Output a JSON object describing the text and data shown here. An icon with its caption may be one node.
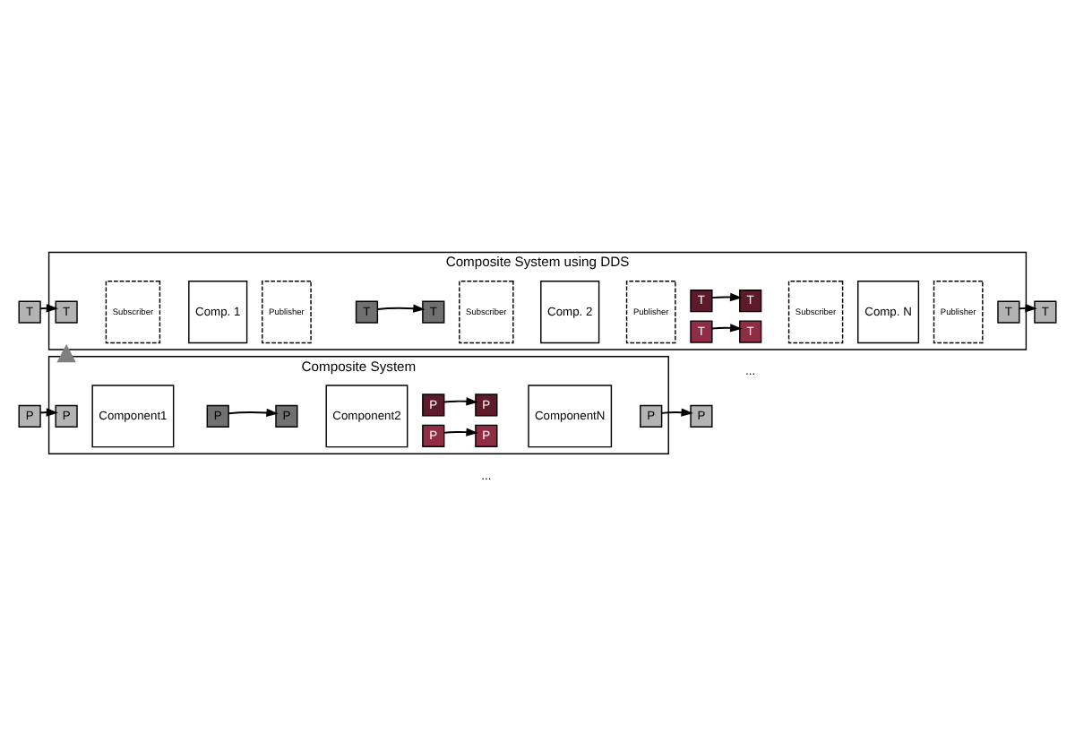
{
  "diagram": {
    "nodes": [
      {
        "text": [
          "Composite System"
        ]
      },
      {
        "text": [
          "P"
        ]
      },
      {
        "text": [
          "P"
        ],
        "in": 0
      },
      {
        "text": [
          "Component1"
        ],
        "in": 0
      },
      {
        "text": [
          "P"
        ],
        "in": 0
      },
      {
        "text": [
          "P"
        ],
        "in": 0
      },
      {
        "text": [
          "Component2"
        ],
        "in": 0
      },
      {
        "text": [
          "P"
        ],
        "in": 0
      },
      {
        "text": [
          "P"
        ],
        "in": 0
      },
      {
        "text": [
          "P"
        ],
        "in": 0
      },
      {
        "text": [
          "P"
        ],
        "in": 0
      },
      {
        "text": [
          "ComponentN"
        ],
        "in": 0
      },
      {
        "text": [
          "P"
        ],
        "in": 0
      },
      {
        "text": [
          "P"
        ]
      },
      {
        "text": [
          "Composite System using DDS"
        ]
      },
      {
        "text": [
          "T"
        ]
      },
      {
        "text": [
          "T"
        ],
        "in": 14
      },
      {
        "text": [
          "Subscriber"
        ],
        "in": 14
      },
      {
        "text": [
          "Comp. 1"
        ],
        "in": 14
      },
      {
        "text": [
          "Publisher"
        ],
        "in": 14
      },
      {
        "text": [
          "T"
        ],
        "in": 14
      },
      {
        "text": [
          "T"
        ],
        "in": 14
      },
      {
        "text": [
          "Subscriber"
        ],
        "in": 14
      },
      {
        "text": [
          "Comp. 2"
        ],
        "in": 14
      },
      {
        "text": [
          "Publisher"
        ],
        "in": 14
      },
      {
        "text": [
          "T"
        ],
        "in": 14
      },
      {
        "text": [
          "T"
        ],
        "in": 14
      },
      {
        "text": [
          "T"
        ],
        "in": 14
      },
      {
        "text": [
          "T"
        ],
        "in": 14
      },
      {
        "text": [
          "Subscriber"
        ],
        "in": 14
      },
      {
        "text": [
          "Comp. N"
        ],
        "in": 14
      },
      {
        "text": [
          "Publisher"
        ],
        "in": 14
      },
      {
        "text": [
          "T"
        ],
        "in": 14
      },
      {
        "text": [
          "T"
        ]
      }
    ],
    "edges": [
      {
        "from": 1,
        "to": 2,
        "arrow": "to"
      },
      {
        "from": 4,
        "to": 5,
        "arrow": "to"
      },
      {
        "from": 7,
        "to": 9,
        "arrow": "to"
      },
      {
        "from": 8,
        "to": 10,
        "arrow": "to"
      },
      {
        "from": 12,
        "to": 13,
        "arrow": "to"
      },
      {
        "from": 0,
        "to": 14,
        "arrow": "to",
        "style": "thick",
        "color": "#7f7f7f"
      },
      {
        "from": 15,
        "to": 16,
        "arrow": "to"
      },
      {
        "from": 20,
        "to": 21,
        "arrow": "to"
      },
      {
        "from": 25,
        "to": 27,
        "arrow": "to"
      },
      {
        "from": 26,
        "to": 28,
        "arrow": "to"
      },
      {
        "from": 32,
        "to": 33,
        "arrow": "to"
      }
    ],
    "labels": [
      "...",
      "..."
    ]
  }
}
